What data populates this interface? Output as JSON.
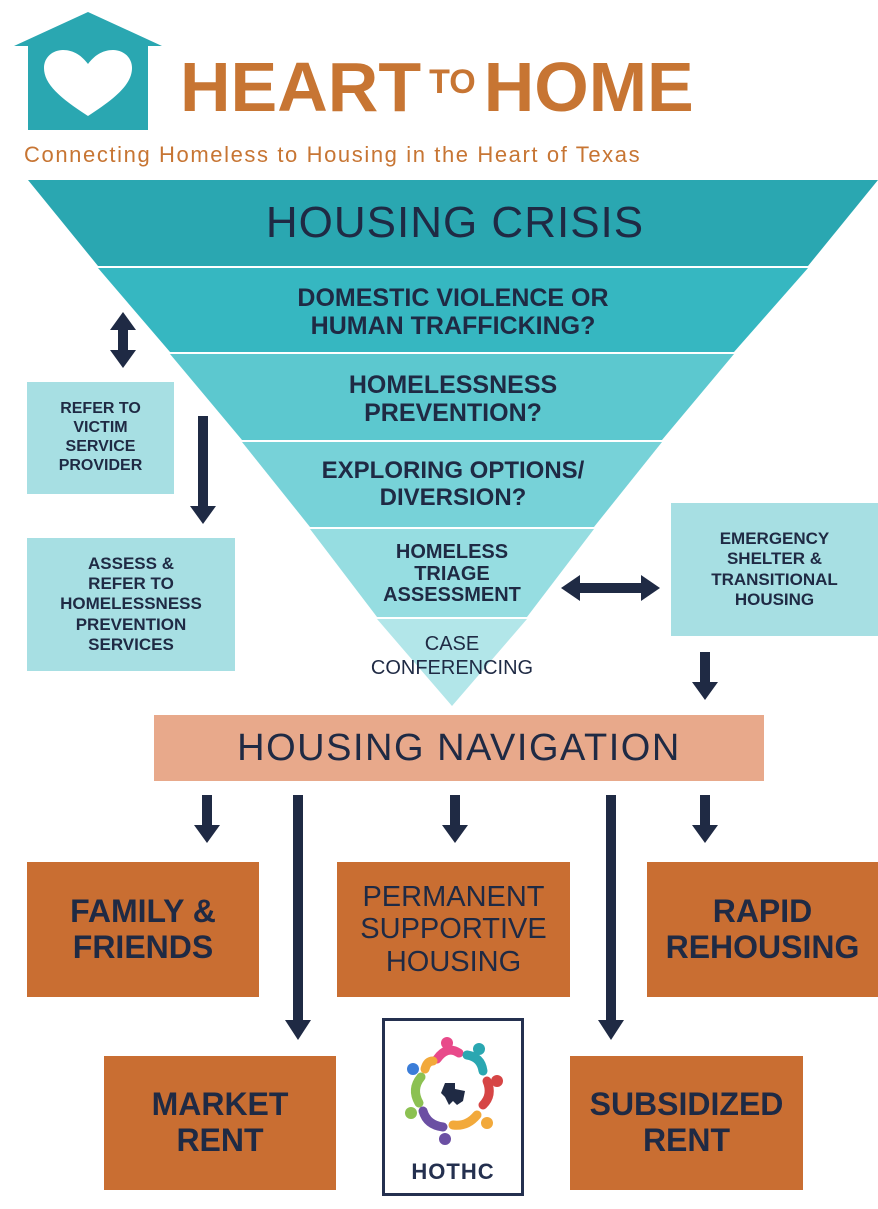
{
  "header": {
    "brand_word1": "HEART",
    "brand_to": "TO",
    "brand_word2": "HOME",
    "tagline": "Connecting Homeless to Housing in the Heart of Texas"
  },
  "funnel": {
    "top": "HOUSING CRISIS",
    "levels": [
      [
        "DOMESTIC VIOLENCE OR",
        "HUMAN TRAFFICKING?"
      ],
      [
        "HOMELESSNESS",
        "PREVENTION?"
      ],
      [
        "EXPLORING OPTIONS/",
        "DIVERSION?"
      ],
      [
        "HOMELESS",
        "TRIAGE",
        "ASSESSMENT"
      ],
      [
        "CASE",
        "CONFERENCING"
      ]
    ]
  },
  "side": {
    "victim": "REFER TO\nVICTIM\nSERVICE\nPROVIDER",
    "assess": "ASSESS &\nREFER TO\nHOMELESSNESS\nPREVENTION\nSERVICES",
    "shelter": "EMERGENCY\nSHELTER &\nTRANSITIONAL\nHOUSING"
  },
  "navigation": "HOUSING NAVIGATION",
  "outcomes": {
    "family": "FAMILY &\nFRIENDS",
    "psh": "PERMANENT\nSUPPORTIVE\nHOUSING",
    "rapid": "RAPID\nREHOUSING",
    "market": "MARKET\nRENT",
    "subsidized": "SUBSIDIZED\nRENT"
  },
  "logo": {
    "name": "HOTHC"
  },
  "colors": {
    "teal_dark": "#2aa7b1",
    "teal_mid": "#3bbfc8",
    "teal_light": "#a7dfe3",
    "navy": "#1f2a44",
    "orange": "#c96e32",
    "peach": "#e8a98b",
    "brand_orange": "#c77533"
  }
}
